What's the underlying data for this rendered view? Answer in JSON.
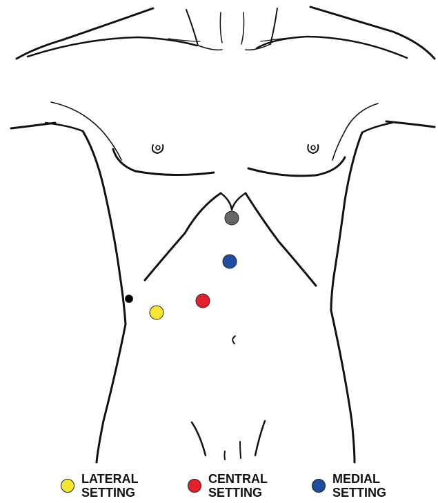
{
  "colors": {
    "outline": "#111111",
    "marker_top": "#666666",
    "marker_medial": "#1f4e9e",
    "marker_central": "#e3202c",
    "marker_lateral": "#f6e830",
    "marker_small": "#000000"
  },
  "markers": [
    {
      "id": "gray-marker",
      "color": "#666666"
    },
    {
      "id": "medial-marker",
      "color": "#1f4e9e"
    },
    {
      "id": "central-marker",
      "color": "#e3202c"
    },
    {
      "id": "lateral-marker",
      "color": "#f6e830"
    },
    {
      "id": "black-marker",
      "color": "#000000"
    }
  ],
  "legend": [
    {
      "line1": "LATERAL",
      "line2": "SETTING",
      "color": "#f6e830"
    },
    {
      "line1": "CENTRAL",
      "line2": "SETTING",
      "color": "#e3202c"
    },
    {
      "line1": "MEDIAL",
      "line2": "SETTING",
      "color": "#1f4e9e"
    }
  ]
}
